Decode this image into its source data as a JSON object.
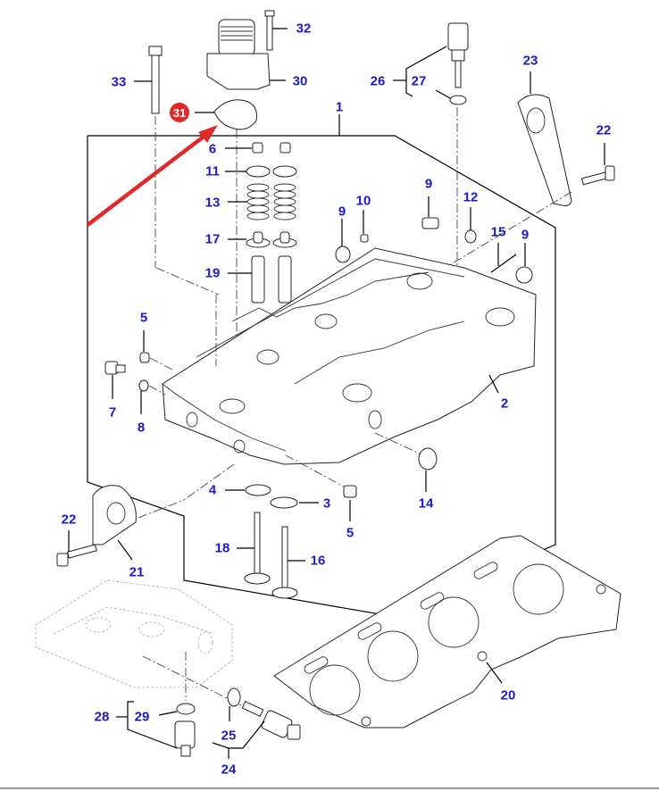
{
  "diagram": {
    "title": "Cylinder head exploded parts diagram",
    "highlight_color": "#e02a2a",
    "label_color": "#1a1ad0",
    "highlighted_part": "31",
    "callouts": [
      {
        "id": "c1",
        "text": "1"
      },
      {
        "id": "c2",
        "text": "2"
      },
      {
        "id": "c3",
        "text": "3"
      },
      {
        "id": "c4",
        "text": "4"
      },
      {
        "id": "c5a",
        "text": "5"
      },
      {
        "id": "c5b",
        "text": "5"
      },
      {
        "id": "c6",
        "text": "6"
      },
      {
        "id": "c7",
        "text": "7"
      },
      {
        "id": "c8",
        "text": "8"
      },
      {
        "id": "c9a",
        "text": "9"
      },
      {
        "id": "c9b",
        "text": "9"
      },
      {
        "id": "c9c",
        "text": "9"
      },
      {
        "id": "c10",
        "text": "10"
      },
      {
        "id": "c11",
        "text": "11"
      },
      {
        "id": "c12",
        "text": "12"
      },
      {
        "id": "c13",
        "text": "13"
      },
      {
        "id": "c14",
        "text": "14"
      },
      {
        "id": "c15",
        "text": "15"
      },
      {
        "id": "c16",
        "text": "16"
      },
      {
        "id": "c17",
        "text": "17"
      },
      {
        "id": "c18",
        "text": "18"
      },
      {
        "id": "c19",
        "text": "19"
      },
      {
        "id": "c20",
        "text": "20"
      },
      {
        "id": "c21",
        "text": "21"
      },
      {
        "id": "c22a",
        "text": "22"
      },
      {
        "id": "c22b",
        "text": "22"
      },
      {
        "id": "c23",
        "text": "23"
      },
      {
        "id": "c24",
        "text": "24"
      },
      {
        "id": "c25",
        "text": "25"
      },
      {
        "id": "c26",
        "text": "26"
      },
      {
        "id": "c27",
        "text": "27"
      },
      {
        "id": "c28",
        "text": "28"
      },
      {
        "id": "c29",
        "text": "29"
      },
      {
        "id": "c30",
        "text": "30"
      },
      {
        "id": "c31",
        "text": "31"
      },
      {
        "id": "c32",
        "text": "32"
      },
      {
        "id": "c33",
        "text": "33"
      }
    ]
  }
}
